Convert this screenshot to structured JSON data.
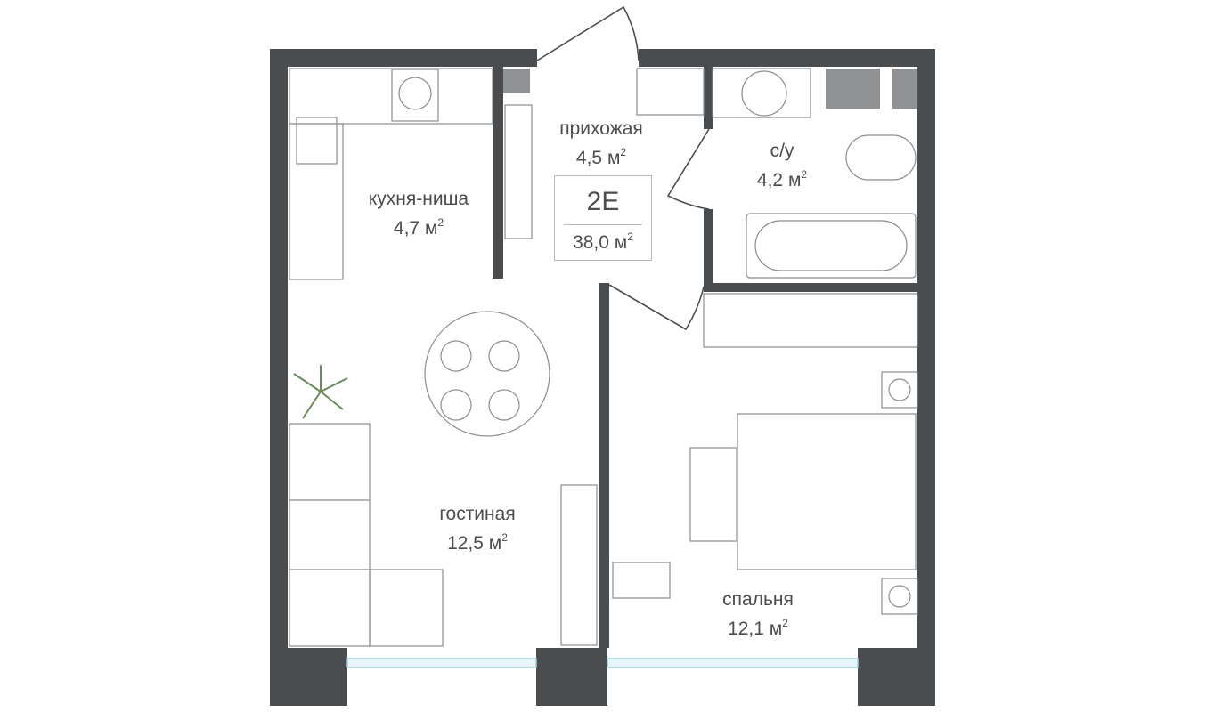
{
  "apartment": {
    "code": "2E",
    "total_area": "38,0 м",
    "area_unit_sup": "2"
  },
  "rooms": [
    {
      "name": "прихожая",
      "area": "4,5 м"
    },
    {
      "name": "кухня-ниша",
      "area": "4,7 м"
    },
    {
      "name": "с/у",
      "area": "4,2 м"
    },
    {
      "name": "гостиная",
      "area": "12,5 м"
    },
    {
      "name": "спальня",
      "area": "12,1 м"
    }
  ],
  "colors": {
    "wall": "#4a4d4f",
    "window": "#bfe3ea",
    "line": "#8a8c8e"
  }
}
